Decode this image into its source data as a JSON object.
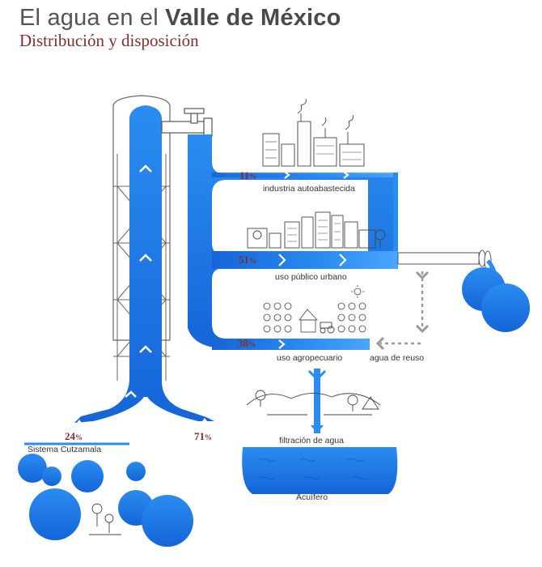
{
  "header": {
    "title_prefix": "El agua en el ",
    "title_bold": "Valle de México",
    "subtitle": "Distribución y disposición"
  },
  "flows": {
    "industry": {
      "percent": "11",
      "label": "industria autoabastecida"
    },
    "urban": {
      "percent": "51",
      "label": "uso público urbano"
    },
    "agro": {
      "percent": "38",
      "label": "uso agropecuario"
    },
    "reuse": {
      "label": "agua de reuso"
    },
    "filtration": {
      "label": "filtración de agua"
    },
    "aquifer": {
      "label": "Acuífero"
    },
    "cutzamala": {
      "percent": "24",
      "label": "Sistema Cutzamala"
    },
    "aquifer_source": {
      "percent": "71"
    }
  },
  "percent_sign": "%",
  "colors": {
    "water": "#1e7fe8",
    "water_dark": "#1565d8",
    "accent": "#8a2a2a",
    "line": "#555555",
    "dashed": "#9a9a9a"
  },
  "icons": [
    "water-tower-icon",
    "faucet-icon",
    "factory-icon",
    "city-icon",
    "farm-icon",
    "tractor-icon",
    "sun-icon",
    "drain-pipe-icon",
    "landscape-icon",
    "tree-icon",
    "lake-icon"
  ]
}
